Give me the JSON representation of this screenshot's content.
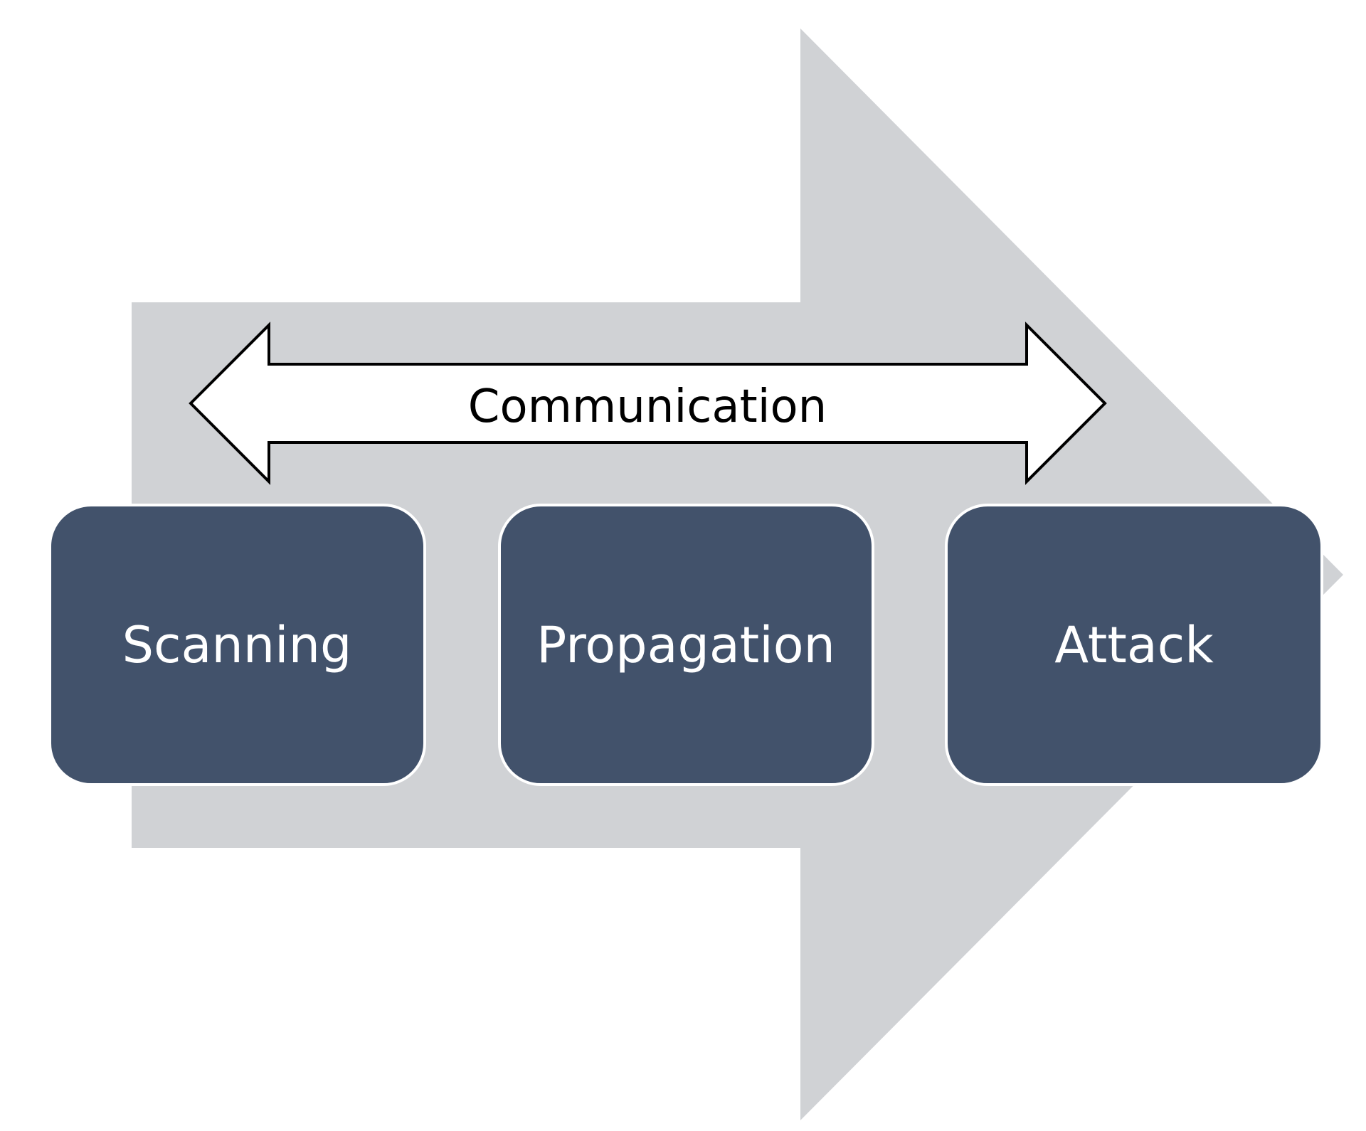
{
  "communication": {
    "label": "Communication"
  },
  "stages": [
    {
      "label": "Scanning"
    },
    {
      "label": "Propagation"
    },
    {
      "label": "Attack"
    }
  ],
  "colors": {
    "background_arrow": "#d0d2d5",
    "stage_box": "#42526b",
    "stage_box_border": "#ffffff",
    "stage_text": "#ffffff",
    "comm_arrow_fill": "#ffffff",
    "comm_arrow_stroke": "#000000",
    "comm_text": "#000000"
  }
}
